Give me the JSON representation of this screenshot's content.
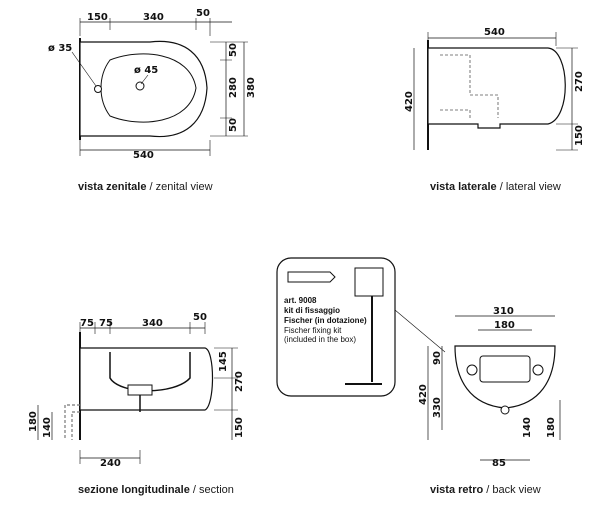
{
  "views": {
    "zenital": {
      "caption_it": "vista zenitale",
      "caption_sep": " / ",
      "caption_en": "zenital view",
      "dims": {
        "top_left": "150",
        "top_mid": "340",
        "top_right": "50",
        "hole1": "ø 35",
        "hole2": "ø 45",
        "r50a": "50",
        "r280": "280",
        "r380": "380",
        "r50b": "50",
        "bottom": "540"
      }
    },
    "lateral": {
      "caption_it": "vista laterale",
      "caption_sep": " / ",
      "caption_en": "lateral view",
      "dims": {
        "top": "540",
        "left": "420",
        "right_top": "270",
        "right_bottom": "150"
      }
    },
    "section": {
      "caption_it": "sezione longitudinale",
      "caption_sep": " / ",
      "caption_en": "section",
      "dims": {
        "t75a": "75",
        "t75b": "75",
        "t340": "340",
        "t50": "50",
        "r145": "145",
        "r270": "270",
        "r150": "150",
        "l180": "180",
        "l140": "140",
        "b240": "240"
      }
    },
    "back": {
      "caption_it": "vista retro",
      "caption_sep": " / ",
      "caption_en": "back view",
      "dims": {
        "t310": "310",
        "t180": "180",
        "l90": "90",
        "l420": "420",
        "l330": "330",
        "r140": "140",
        "r180": "180",
        "b85": "85"
      }
    }
  },
  "kit": {
    "line1": "art. 9008",
    "line2": "kit di fissaggio",
    "line3_bold": "Fischer",
    "line3_rest": " (in dotazione)",
    "line4": "Fischer fixing kit",
    "line5": "(included in the box)"
  }
}
